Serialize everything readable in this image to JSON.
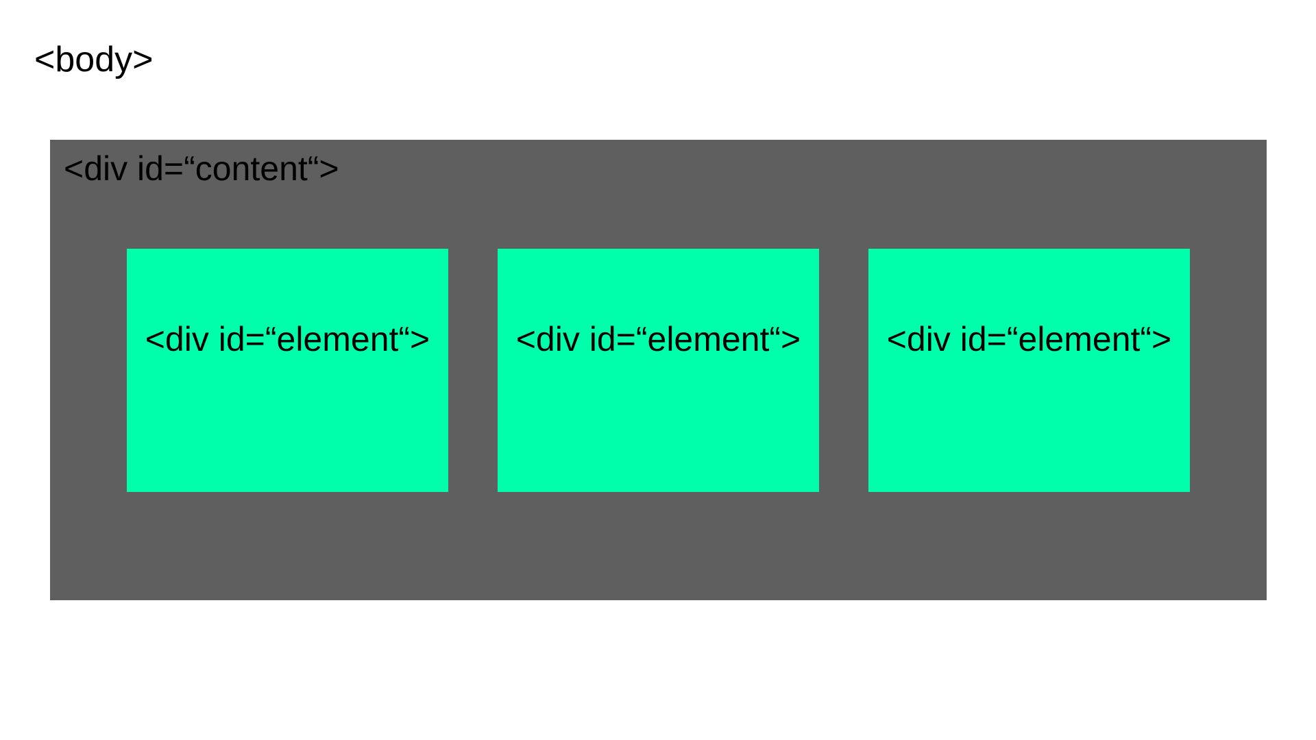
{
  "body_label": "<body>",
  "content": {
    "label": "<div id=“content“>",
    "elements": [
      {
        "label": "<div id=“element“>"
      },
      {
        "label": "<div id=“element“>"
      },
      {
        "label": "<div id=“element“>"
      }
    ]
  },
  "colors": {
    "page_bg": "#ffffff",
    "content_bg": "#5f5f5f",
    "element_bg": "#00ffaa",
    "text": "#000000"
  }
}
